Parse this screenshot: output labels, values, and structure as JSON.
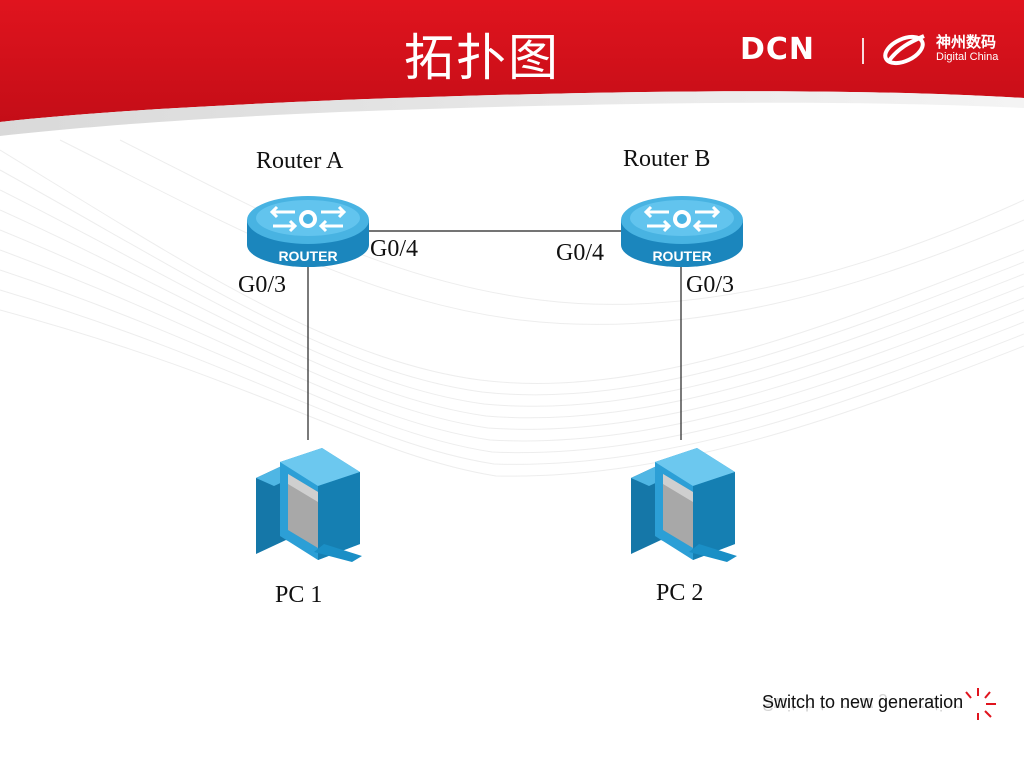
{
  "header": {
    "title": "拓扑图",
    "logo": {
      "brand": "DCN",
      "cn_name": "神州数码",
      "en_name": "Digital China"
    },
    "colors": {
      "header_red": "#d5121b",
      "header_red_dark": "#b50c16"
    }
  },
  "diagram": {
    "nodes": [
      {
        "id": "router_a",
        "label": "Router A",
        "device_text": "ROUTER",
        "icon": "router-icon"
      },
      {
        "id": "router_b",
        "label": "Router B",
        "device_text": "ROUTER",
        "icon": "router-icon"
      },
      {
        "id": "pc1",
        "label": "PC 1",
        "icon": "pc-icon"
      },
      {
        "id": "pc2",
        "label": "PC 2",
        "icon": "pc-icon"
      }
    ],
    "links": [
      {
        "from": "router_a",
        "to": "router_b",
        "from_port": "G0/4",
        "to_port": "G0/4"
      },
      {
        "from": "router_a",
        "to": "pc1",
        "from_port": "G0/3"
      },
      {
        "from": "router_b",
        "to": "pc2",
        "from_port": "G0/3"
      }
    ],
    "colors": {
      "device_blue": "#1e90c8",
      "device_light": "#6fc6ec",
      "link": "#222222"
    }
  },
  "footer": {
    "tagline": "Switch to new generation"
  }
}
